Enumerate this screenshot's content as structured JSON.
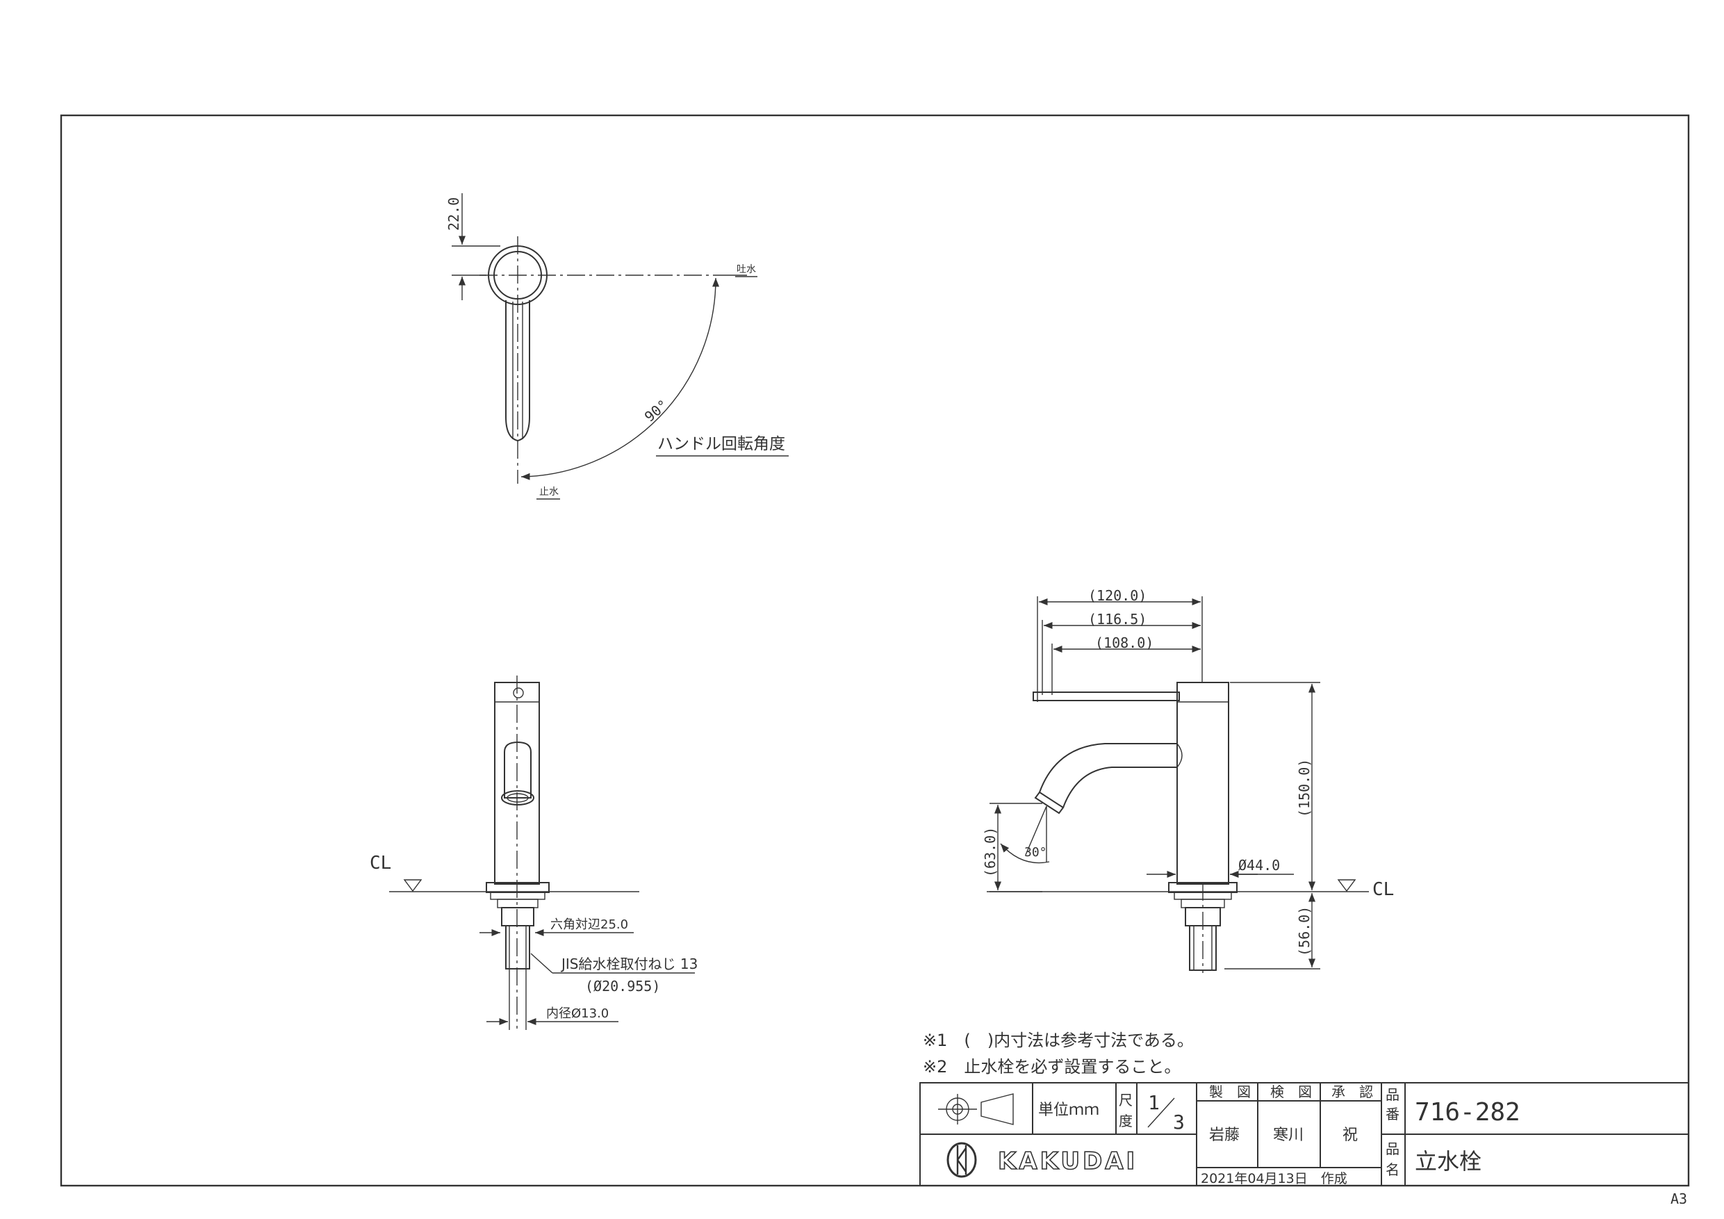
{
  "top_view": {
    "dim_top": "22.0",
    "spout_label": "吐水",
    "stop_label": "止水",
    "angle": "90°",
    "angle_caption": "ハンドル回転角度"
  },
  "front_view": {
    "cl": "CL",
    "hex": "六角対辺25.0",
    "jis": "JIS給水栓取付ねじ 13",
    "jis_dia": "(Ø20.955)",
    "inner": "内径Ø13.0"
  },
  "side_view": {
    "w1": "(120.0)",
    "w2": "(116.5)",
    "w3": "(108.0)",
    "height": "(150.0)",
    "spout_h": "(63.0)",
    "angle": "30°",
    "dia": "Ø44.0",
    "below": "(56.0)",
    "cl": "CL"
  },
  "notes": [
    "※1　(　)内寸法は参考寸法である。",
    "※2　止水栓を必ず設置すること。"
  ],
  "title_block": {
    "unit_label": "単位ｍｍ",
    "scale_label_1": "尺",
    "scale_label_2": "度",
    "scale_num": "1",
    "scale_den": "3",
    "made": "製　図",
    "checked": "検　図",
    "approved": "承　認",
    "made_by": "岩藤",
    "checked_by": "寒川",
    "approved_by": "祝",
    "date": "2021年04月13日　作成",
    "part_no_label_1": "品",
    "part_no_label_2": "番",
    "part_no": "716-282",
    "name_label_1": "品",
    "name_label_2": "名",
    "name": "立水栓",
    "logo": "KAKUDAI"
  },
  "paper_size": "A3"
}
